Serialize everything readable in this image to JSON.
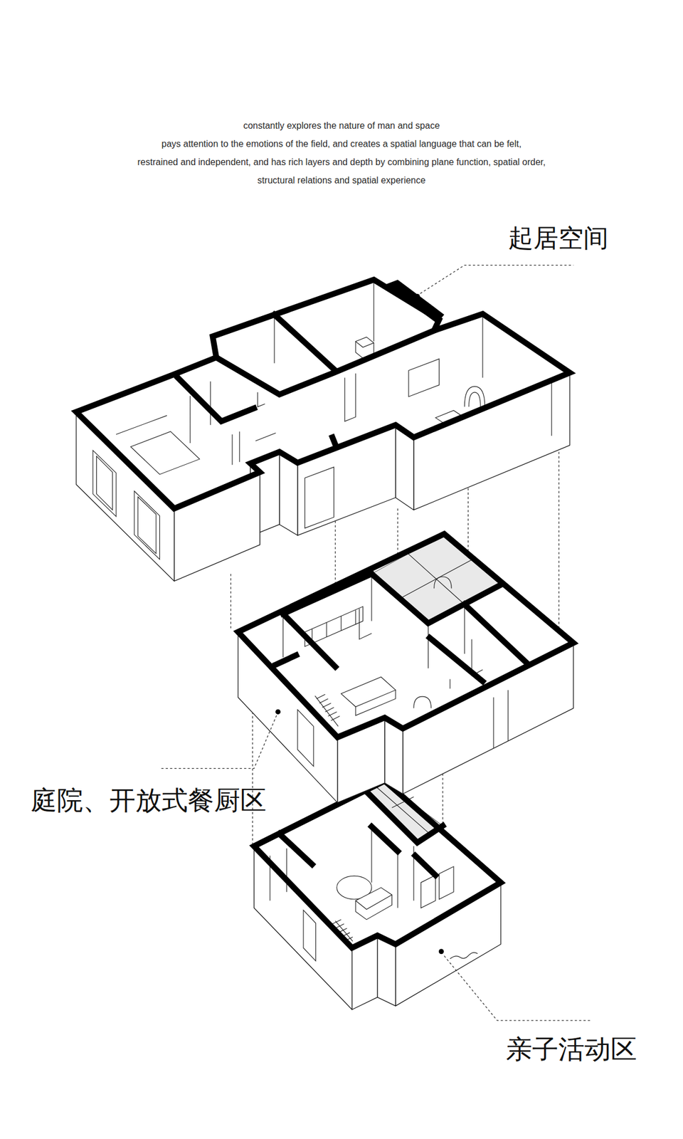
{
  "diagram": {
    "labels": [
      "constantly explores the nature of man and space",
      "pays attention to the emotions of the field, and creates a spatial language that can be felt,",
      "restrained and independent, and has rich layers and depth by combining plane function, spatial order,",
      "structural relations and spatial experience",
      "起居空间",
      "庭院、开放式餐厨区",
      "亲子活动区"
    ]
  }
}
